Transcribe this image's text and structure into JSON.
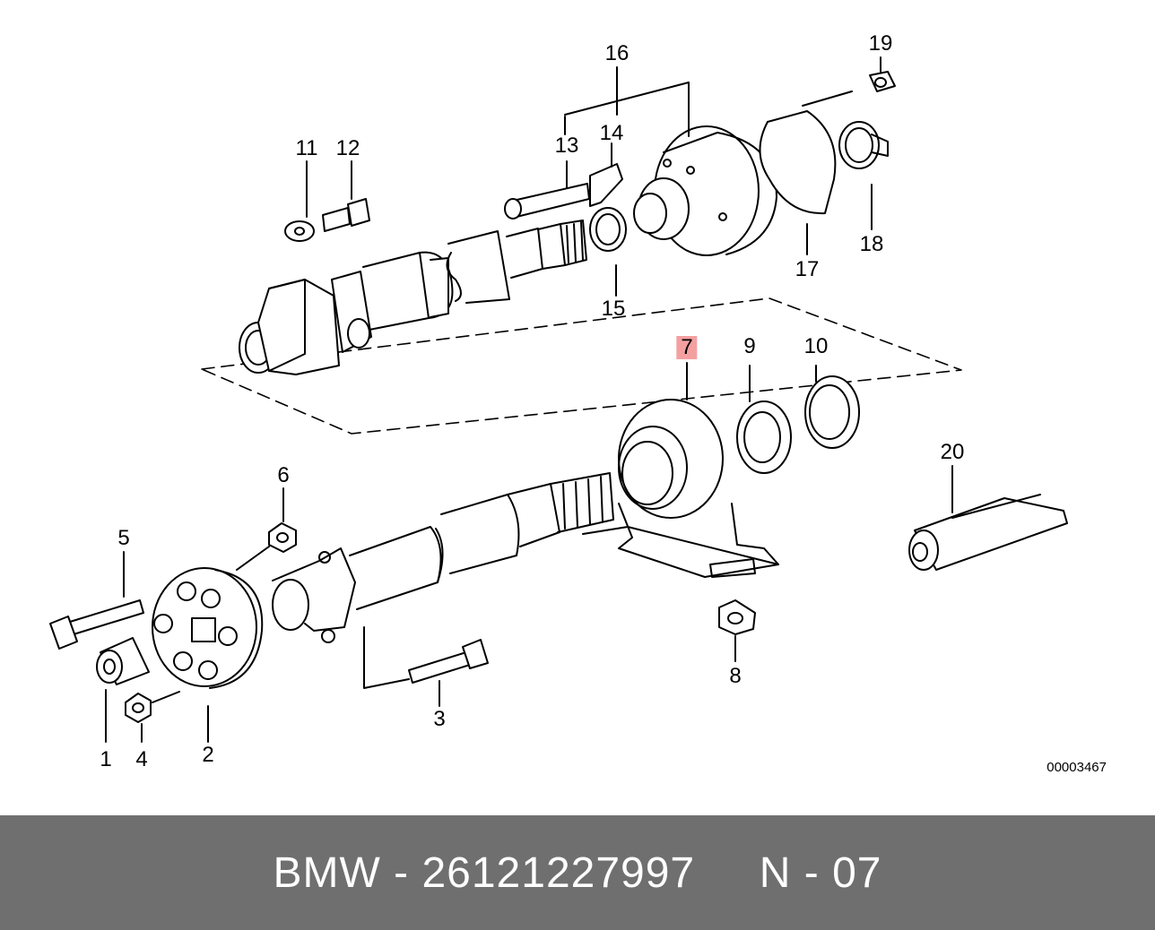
{
  "diagram": {
    "callouts": [
      {
        "id": "1",
        "label": "1"
      },
      {
        "id": "2",
        "label": "2"
      },
      {
        "id": "3",
        "label": "3"
      },
      {
        "id": "4",
        "label": "4"
      },
      {
        "id": "5",
        "label": "5"
      },
      {
        "id": "6",
        "label": "6"
      },
      {
        "id": "7",
        "label": "7",
        "highlighted": true
      },
      {
        "id": "8",
        "label": "8"
      },
      {
        "id": "9",
        "label": "9"
      },
      {
        "id": "10",
        "label": "10"
      },
      {
        "id": "11",
        "label": "11"
      },
      {
        "id": "12",
        "label": "12"
      },
      {
        "id": "13",
        "label": "13"
      },
      {
        "id": "14",
        "label": "14"
      },
      {
        "id": "15",
        "label": "15"
      },
      {
        "id": "16",
        "label": "16"
      },
      {
        "id": "17",
        "label": "17"
      },
      {
        "id": "18",
        "label": "18"
      },
      {
        "id": "19",
        "label": "19"
      },
      {
        "id": "20",
        "label": "20"
      }
    ],
    "reference_code": "00003467",
    "highlight_color": "#f4a0a0"
  },
  "footer": {
    "text": "BMW - 26121227997     N - 07",
    "background_color": "#6f6f6f"
  }
}
